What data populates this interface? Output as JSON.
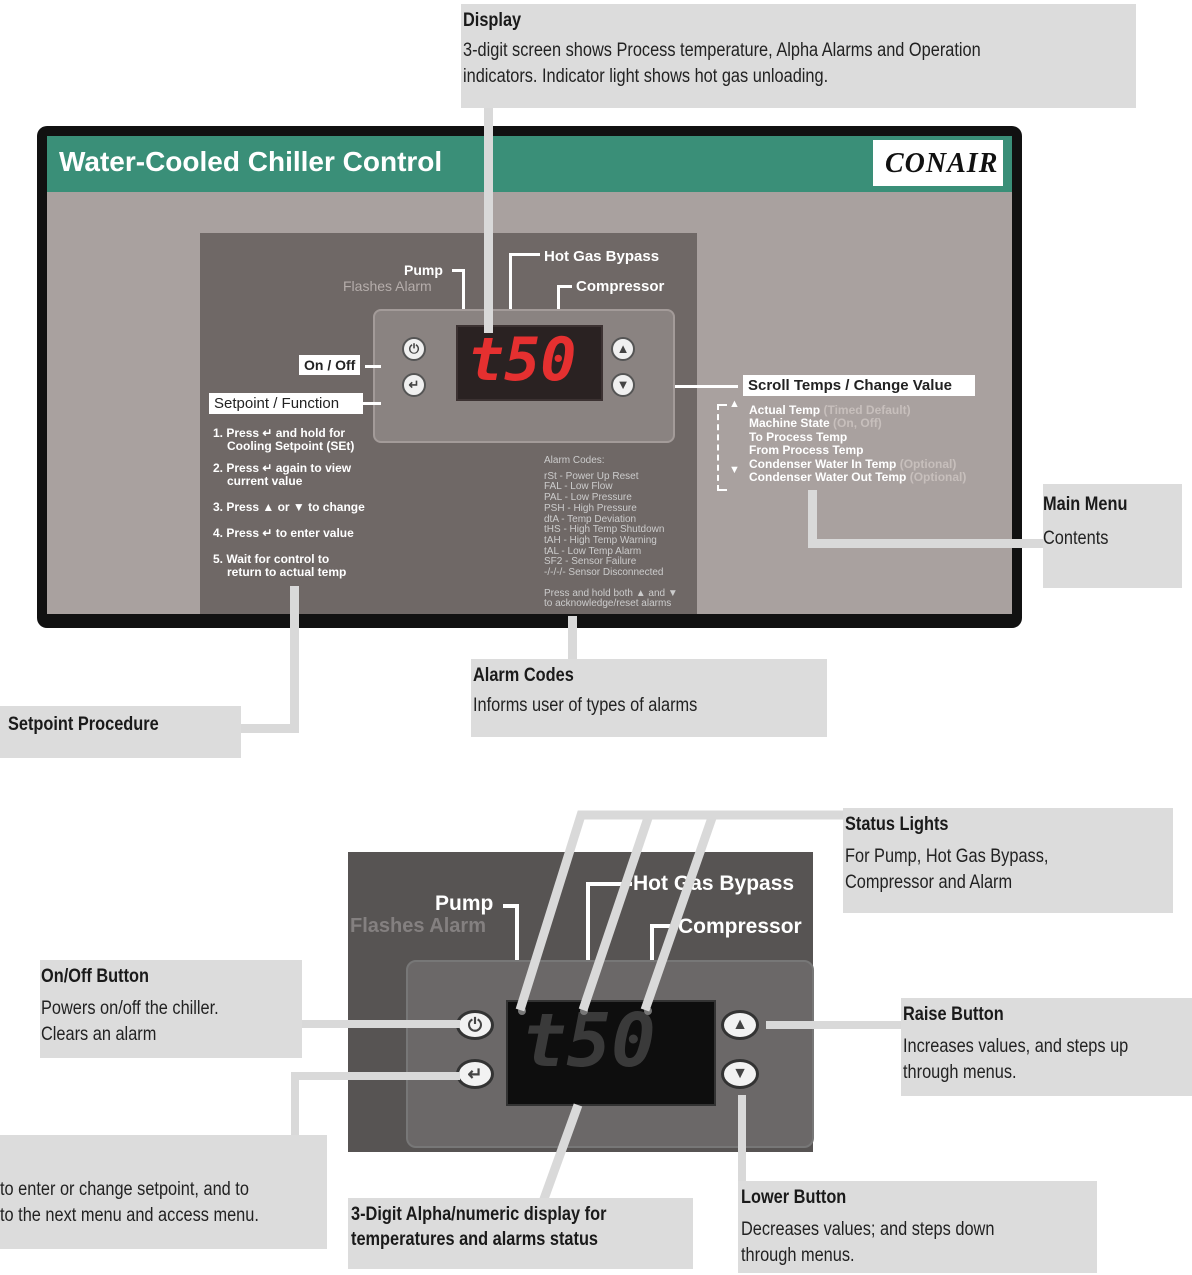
{
  "callouts": {
    "display": {
      "title": "Display",
      "text1": "3-digit screen shows Process temperature,  Alpha Alarms and Operation",
      "text2": "indicators. Indicator light shows hot gas unloading."
    },
    "main_menu": {
      "title": "Main Menu",
      "text": "Contents"
    },
    "alarm_codes": {
      "title": "Alarm Codes",
      "text": "Informs user of  types of alarms"
    },
    "setpoint_procedure": {
      "title": "Setpoint Procedure"
    },
    "status_lights": {
      "title": "Status Lights",
      "text1": "For Pump, Hot Gas Bypass,",
      "text2": "Compressor and Alarm"
    },
    "on_off_button": {
      "title": "On/Off Button",
      "text1": "Powers on/off the chiller.",
      "text2": "Clears an alarm"
    },
    "raise_button": {
      "title": "Raise Button",
      "text1": "Increases values, and steps up",
      "text2": "through menus."
    },
    "enter_button": {
      "text1": "to enter or change setpoint, and to",
      "text2": "to the next menu and access menu."
    },
    "digit_display": {
      "title1": "3-Digit Alpha/numeric display for",
      "title2": "temperatures and alarms status"
    },
    "lower_button": {
      "title": "Lower Button",
      "text1": "Decreases values; and steps down",
      "text2": "through menus."
    }
  },
  "panel": {
    "title": "Water-Cooled Chiller Control",
    "logo": "CONAIR",
    "pump": "Pump",
    "flashes_alarm": "Flashes Alarm",
    "hot_gas_bypass": "Hot Gas Bypass",
    "compressor": "Compressor",
    "on_off": "On / Off",
    "setpoint_function": "Setpoint / Function",
    "scroll": "Scroll Temps / Change Value",
    "display_value": "t50",
    "steps": {
      "s1a": "1. Press ↵ and hold for",
      "s1b": "Cooling Setpoint (SEt)",
      "s2a": "2. Press ↵ again to view",
      "s2b": "current value",
      "s3": "3. Press ▲ or ▼ to change",
      "s4": "4. Press ↵ to enter value",
      "s5a": "5. Wait for control to",
      "s5b": "return to actual temp"
    },
    "alarm_list": {
      "header": "Alarm Codes:",
      "c1": "rSt - Power Up Reset",
      "c2": "FAL - Low Flow",
      "c3": "PAL - Low Pressure",
      "c4": "PSH - High Pressure",
      "c5": "dtA - Temp Deviation",
      "c6": "tHS - High Temp Shutdown",
      "c7": "tAH - High Temp Warning",
      "c8": "tAL - Low Temp Alarm",
      "c9": "SF2 - Sensor Failure",
      "c10": "-/-/-/- Sensor Disconnected",
      "ack1": "Press and hold both ▲ and ▼",
      "ack2": "to acknowledge/reset alarms"
    },
    "menu": {
      "m1": "Actual Temp",
      "m1o": "(Timed Default)",
      "m2": "Machine State",
      "m2o": "(On, Off)",
      "m3": "To Process Temp",
      "m4": "From Process Temp",
      "m5": "Condenser Water In Temp",
      "m5o": "(Optional)",
      "m6": "Condenser Water Out Temp",
      "m6o": "(Optional)"
    }
  },
  "zoom": {
    "pump": "Pump",
    "flashes_alarm": "Flashes Alarm",
    "hot_gas_bypass": "Hot Gas Bypass",
    "compressor": "Compressor",
    "display_value": "t50"
  }
}
